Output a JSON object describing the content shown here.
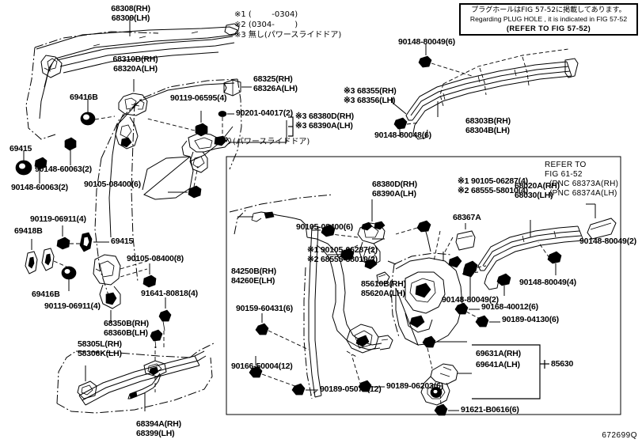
{
  "meta": {
    "diagram_number": "672699Q"
  },
  "notes": {
    "note1": "※1 (        -0304)",
    "note2": "※2 (0304-        )",
    "note3": "※3 無し(パワースライドドア)",
    "power_slide_door": "有り(パワースライドドア)"
  },
  "plug_note": {
    "line_jp": "プラグホールはFIG 57-52に掲載してあります。",
    "line_en": "Regarding PLUG HOLE , it is indicated in FIG 57-52",
    "line_ref": "(REFER TO FIG 57-52)"
  },
  "refer_block": {
    "l1": "REFER TO",
    "l2": "FIG 61-52",
    "l3": "(PNC 68373A(RH)",
    "l4": "(PNC 68374A(LH)"
  },
  "labels": {
    "l_68308": "68308(RH)",
    "l_68309": "68309(LH)",
    "l_68310B": "68310B(RH)",
    "l_68320A": "68320A(LH)",
    "l_68325": "68325(RH)",
    "l_68326A": "68326A(LH)",
    "l_69416B_top": "69416B",
    "l_90119_06595": "90119-06595(4)",
    "l_90201_04017": "90201-04017(2)",
    "l_68380D_x3": "※3 68380D(RH)",
    "l_68390A_x3": "※3 68390A(LH)",
    "l_69415_left": "69415",
    "l_90148_60063_a": "90148-60063(2)",
    "l_90148_60063_b": "90148-60063(2)",
    "l_90105_08400_6a": "90105-08400(6)",
    "l_90119_06911_a": "90119-06911(4)",
    "l_69418B": "69418B",
    "l_69415_mid": "69415",
    "l_90105_08400_8": "90105-08400(8)",
    "l_69416B_bot": "69416B",
    "l_90119_06911_b": "90119-06911(4)",
    "l_91641_80818": "91641-80818(4)",
    "l_68350B": "68350B(RH)",
    "l_68360B": "68360B(LH)",
    "l_58305L": "58305L(RH)",
    "l_58306K": "58306K(LH)",
    "l_68394A": "68394A(RH)",
    "l_68399": "68399(LH)",
    "l_90148_80049_6": "90148-80049(6)",
    "l_68355_x3": "※3 68355(RH)",
    "l_68356_x3": "※3 68356(LH)",
    "l_90148_80048_6": "90148-80048(6)",
    "l_68303B": "68303B(RH)",
    "l_68304B": "68304B(LH)",
    "l_68380D": "68380D(RH)",
    "l_68390A": "68390A(LH)",
    "l_90105_06287_4": "※1 90105-06287(4)",
    "l_68555_58010_4": "※2 68555-58010(4)",
    "l_68367A": "68367A",
    "l_68020A": "68020A(RH)",
    "l_68030": "68030(LH)",
    "l_90148_80049_2r": "90148-80049(2)",
    "l_90148_80049_4": "90148-80049(4)",
    "l_90148_80049_2l": "90148-80049(2)",
    "l_90105_08400_6b": "90105-08400(6)",
    "l_90105_06287_2": "※1 90105-06287(2)",
    "l_68555_58010_2": "※2 68555-58010(2)",
    "l_84250B": "84250B(RH)",
    "l_84260E": "84260E(LH)",
    "l_85610B": "85610B(RH)",
    "l_85620A": "85620A(LH)",
    "l_90159_60431": "90159-60431(6)",
    "l_90166_50004": "90166-50004(12)",
    "l_90189_05074": "90189-05074(12)",
    "l_90189_06203": "90189-06203(6)",
    "l_90168_40012": "90168-40012(6)",
    "l_90189_04130": "90189-04130(6)",
    "l_69631A": "69631A(RH)",
    "l_69641A": "69641A(LH)",
    "l_85630": "85630",
    "l_91621_B0616": "91621-B0616(6)"
  }
}
